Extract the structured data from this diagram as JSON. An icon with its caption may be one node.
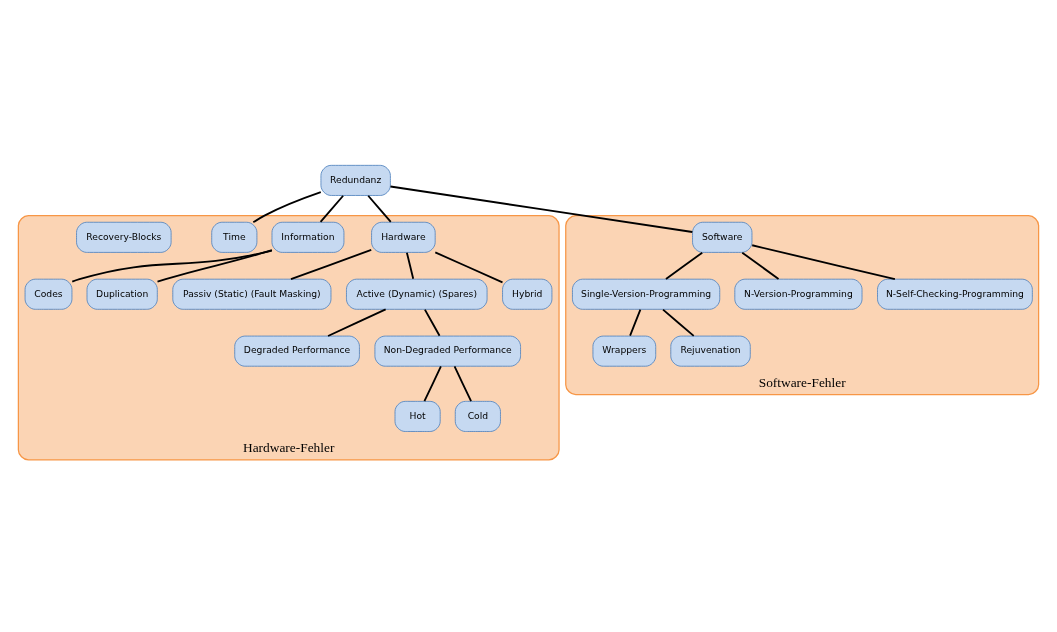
{
  "diagram": {
    "nodes": [
      {
        "text": [
          "Redundanz"
        ]
      },
      {
        "text": [
          "Hardware-Fehler"
        ]
      },
      {
        "text": [
          "Hardware"
        ],
        "in": 1
      },
      {
        "text": [
          "Information"
        ],
        "in": 1
      },
      {
        "text": [
          "Time"
        ],
        "in": 1
      },
      {
        "text": [
          "Passiv (Static) (Fault Masking)"
        ],
        "in": 1
      },
      {
        "text": [
          "Active (Dynamic) (Spares)"
        ],
        "in": 1
      },
      {
        "text": [
          "Hybrid"
        ],
        "in": 1
      },
      {
        "text": [
          "Degraded Performance"
        ],
        "in": 1
      },
      {
        "text": [
          "Non-Degraded Performance"
        ],
        "in": 1
      },
      {
        "text": [
          "Hot"
        ],
        "in": 1
      },
      {
        "text": [
          "Cold"
        ],
        "in": 1
      },
      {
        "text": [
          "Codes"
        ],
        "in": 1
      },
      {
        "text": [
          "Duplication"
        ],
        "in": 1
      },
      {
        "text": [
          "Recovery-Blocks"
        ],
        "in": 1
      },
      {
        "text": [
          "Software-Fehler"
        ]
      },
      {
        "text": [
          "Software"
        ],
        "in": 15
      },
      {
        "text": [
          "Single-Version-Programming"
        ],
        "in": 15
      },
      {
        "text": [
          "N-Version-Programming"
        ],
        "in": 15
      },
      {
        "text": [
          "N-Self-Checking-Programming"
        ],
        "in": 15
      },
      {
        "text": [
          "Wrappers"
        ],
        "in": 15
      },
      {
        "text": [
          "Rejuvenation"
        ],
        "in": 15
      }
    ],
    "edges": [
      {
        "from": 0,
        "to": 2,
        "arrow": "none"
      },
      {
        "from": 0,
        "to": 3,
        "arrow": "none"
      },
      {
        "from": 0,
        "to": 4,
        "arrow": "none"
      },
      {
        "from": 0,
        "to": 16,
        "arrow": "none"
      },
      {
        "from": 2,
        "to": 5,
        "arrow": "none"
      },
      {
        "from": 2,
        "to": 6,
        "arrow": "none"
      },
      {
        "from": 2,
        "to": 7,
        "arrow": "none"
      },
      {
        "from": 6,
        "to": 8,
        "arrow": "none"
      },
      {
        "from": 6,
        "to": 9,
        "arrow": "none"
      },
      {
        "from": 9,
        "to": 10,
        "arrow": "none"
      },
      {
        "from": 9,
        "to": 11,
        "arrow": "none"
      },
      {
        "from": 3,
        "to": 12,
        "arrow": "none"
      },
      {
        "from": 3,
        "to": 13,
        "arrow": "none"
      },
      {
        "from": 16,
        "to": 17,
        "arrow": "none"
      },
      {
        "from": 16,
        "to": 18,
        "arrow": "none"
      },
      {
        "from": 16,
        "to": 19,
        "arrow": "none"
      },
      {
        "from": 17,
        "to": 20,
        "arrow": "none"
      },
      {
        "from": 17,
        "to": 21,
        "arrow": "none"
      }
    ]
  }
}
